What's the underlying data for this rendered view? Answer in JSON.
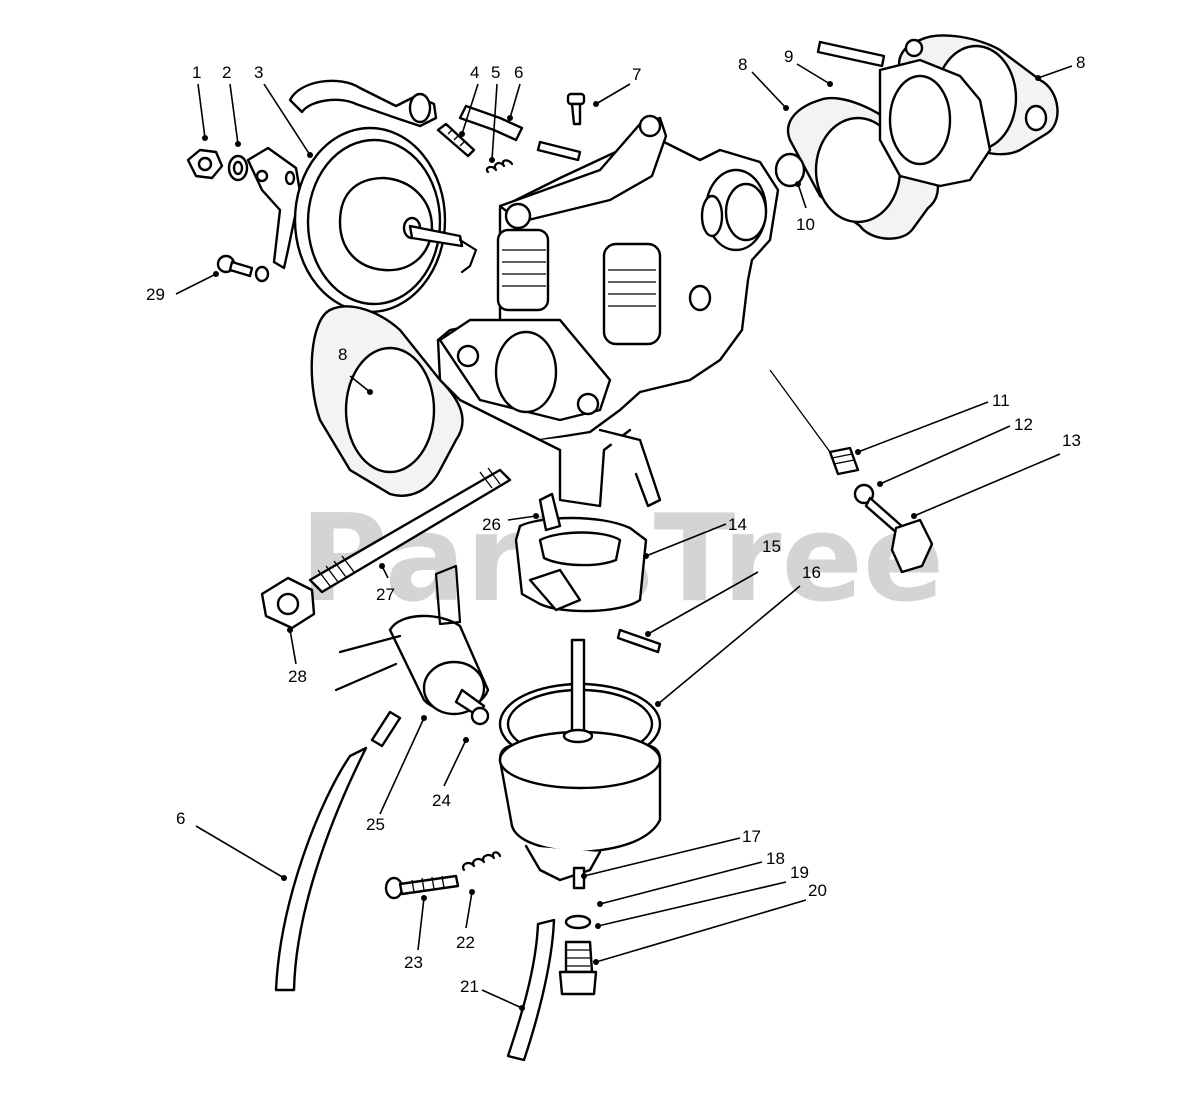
{
  "watermark": "PartsTree",
  "parts": [
    {
      "num": "1"
    },
    {
      "num": "2"
    },
    {
      "num": "3"
    },
    {
      "num": "4"
    },
    {
      "num": "5"
    },
    {
      "num": "6"
    },
    {
      "num": "7"
    },
    {
      "num": "8"
    },
    {
      "num": "9"
    },
    {
      "num": "8"
    },
    {
      "num": "10"
    },
    {
      "num": "11"
    },
    {
      "num": "12"
    },
    {
      "num": "13"
    },
    {
      "num": "8"
    },
    {
      "num": "26"
    },
    {
      "num": "14"
    },
    {
      "num": "15"
    },
    {
      "num": "16"
    },
    {
      "num": "27"
    },
    {
      "num": "28"
    },
    {
      "num": "29"
    },
    {
      "num": "24"
    },
    {
      "num": "25"
    },
    {
      "num": "6"
    },
    {
      "num": "17"
    },
    {
      "num": "18"
    },
    {
      "num": "19"
    },
    {
      "num": "20"
    },
    {
      "num": "22"
    },
    {
      "num": "23"
    },
    {
      "num": "21"
    }
  ]
}
